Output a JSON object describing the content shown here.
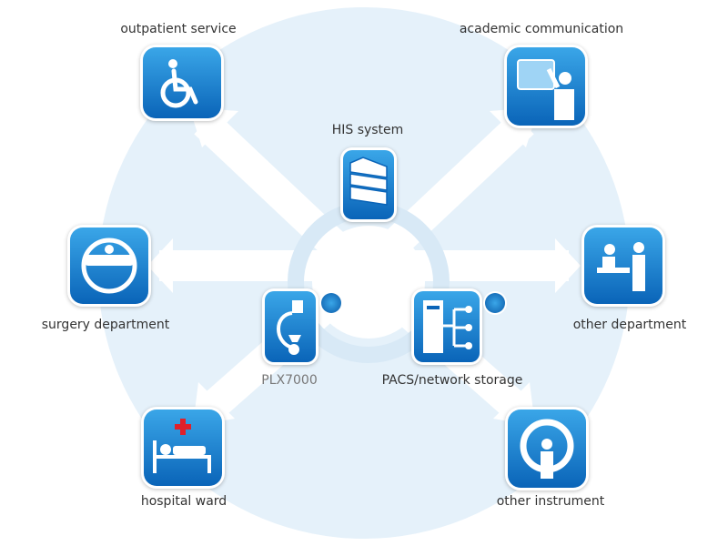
{
  "nodes": {
    "outpatient": {
      "label": "outpatient service",
      "icon": "wheelchair-icon"
    },
    "academic": {
      "label": "academic communication",
      "icon": "presentation-icon"
    },
    "his": {
      "label": "HIS system",
      "icon": "server-icon"
    },
    "surgery": {
      "label": "surgery department",
      "icon": "surgery-lamp-icon"
    },
    "other_department": {
      "label": "other department",
      "icon": "reception-desk-icon"
    },
    "plx": {
      "label": "PLX7000",
      "icon": "c-arm-icon"
    },
    "pacs": {
      "label": "PACS/network storage",
      "icon": "network-storage-icon"
    },
    "ward": {
      "label": "hospital ward",
      "icon": "hospital-bed-icon"
    },
    "instrument": {
      "label": "other instrument",
      "icon": "scanner-icon"
    }
  },
  "colors": {
    "background_circle": "#e5f1fa",
    "icon_top": "#3aa6e8",
    "icon_bottom": "#0a64b8"
  }
}
